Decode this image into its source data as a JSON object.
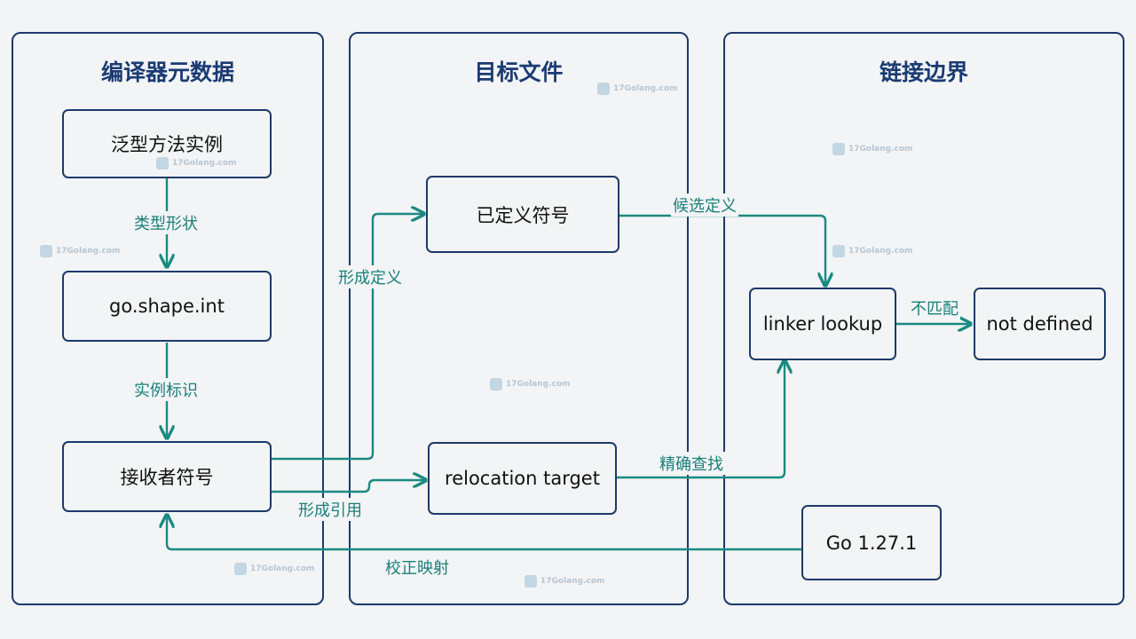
{
  "panels": {
    "compiler": {
      "title": "编译器元数据"
    },
    "object": {
      "title": "目标文件"
    },
    "linker": {
      "title": "链接边界"
    }
  },
  "nodes": {
    "generic_instance": "泛型方法实例",
    "shape_int": "go.shape.int",
    "receiver_symbol": "接收者符号",
    "defined_symbol": "已定义符号",
    "relocation_target": "relocation target",
    "linker_lookup": "linker lookup",
    "not_defined": "not defined",
    "go_version": "Go 1.27.1"
  },
  "edges": {
    "type_shape": "类型形状",
    "instance_id": "实例标识",
    "form_definition": "形成定义",
    "form_reference": "形成引用",
    "candidate_definition": "候选定义",
    "exact_lookup": "精确查找",
    "mismatch": "不匹配",
    "calibrate_mapping": "校正映射"
  },
  "watermark": {
    "text": "17Golang.com"
  },
  "colors": {
    "border": "#1c3a6b",
    "arrow": "#1a8a82",
    "title": "#1a3b73"
  }
}
